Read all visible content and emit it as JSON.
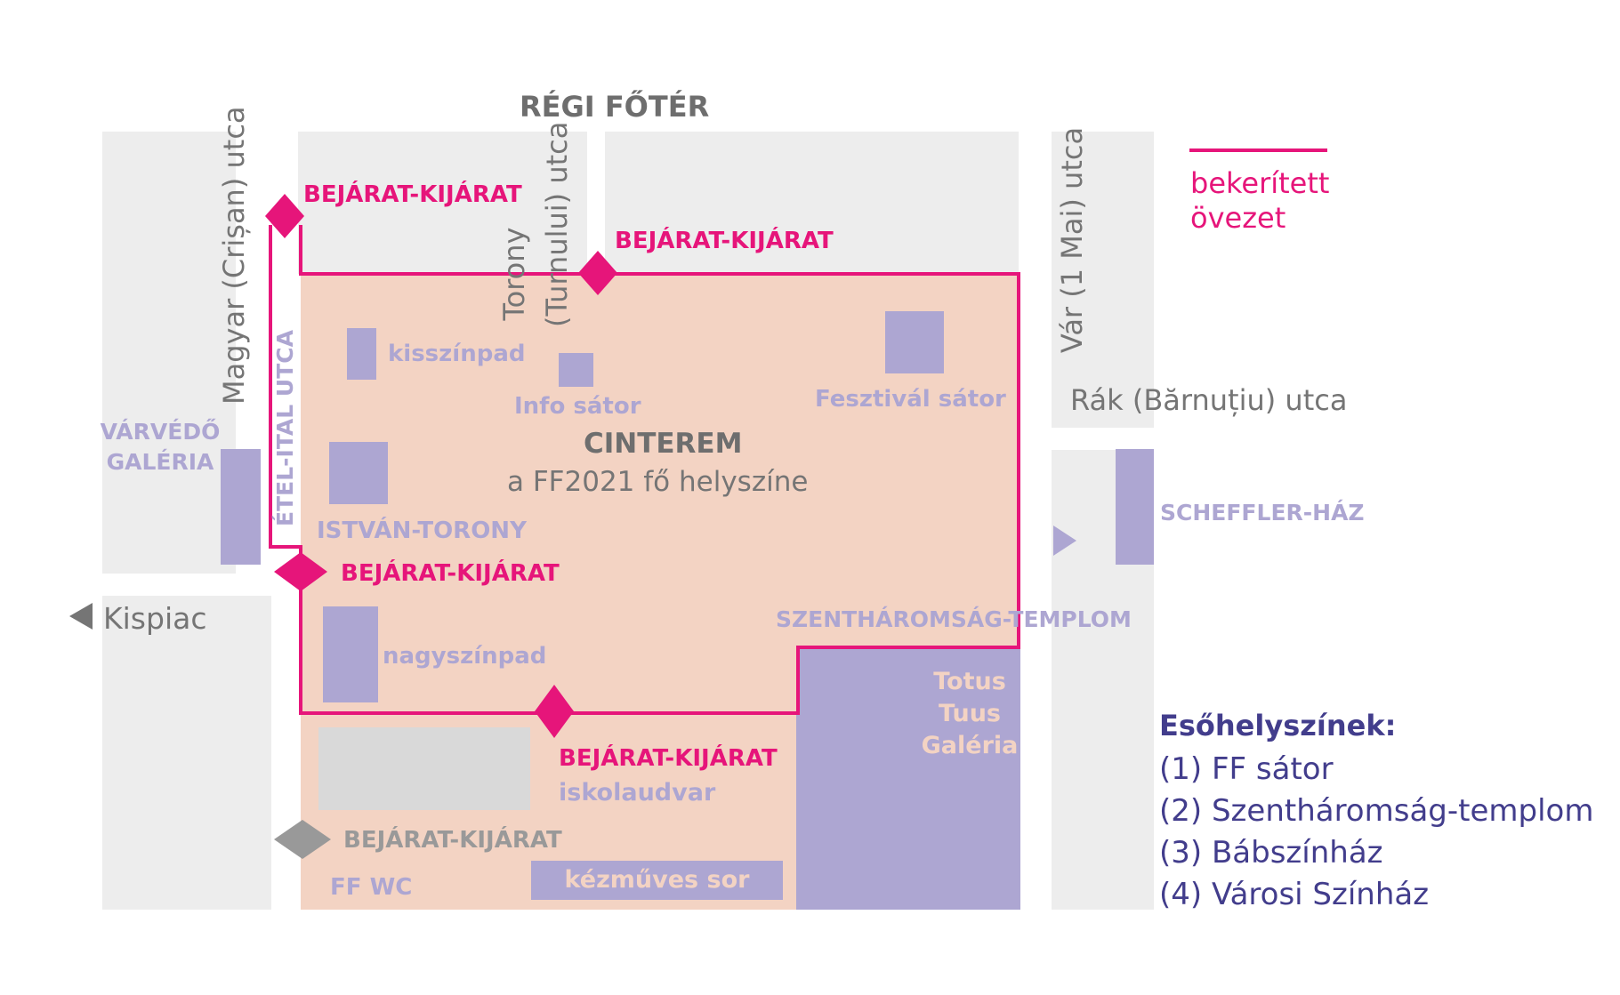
{
  "labels": {
    "main_square": "RÉGI FŐTÉR",
    "street_magyar": "Magyar (Crișan) utca",
    "street_torony": "Torony",
    "street_tumului": "(Turnului) utca",
    "street_var": "Vár (1 Mai) utca",
    "street_rak": "Rák (Bărnuțiu) utca",
    "food_street": "ÉTEL-ITAL UTCA",
    "kispiac": "Kispiac",
    "entrance": "BEJÁRAT-KIJÁRAT",
    "venue_name": "CINTEREM",
    "venue_sub": "a FF2021 fő helyszíne",
    "kisszinpad": "kisszínpad",
    "info": "Info sátor",
    "fesztival": "Fesztivál sátor",
    "istvan": "ISTVÁN-TORONY",
    "nagyszinpad": "nagyszínpad",
    "varvedo_1": "VÁRVÉDŐ",
    "varvedo_2": "GALÉRIA",
    "scheffler": "SCHEFFLER-HÁZ",
    "szentharomsag": "SZENTHÁROMSÁG-TEMPLOM",
    "totus_1": "Totus",
    "totus_2": "Tuus",
    "totus_3": "Galéria",
    "iskolaudvar": "iskolaudvar",
    "ffwc": "FF WC",
    "kezmuves": "kézműves sor"
  },
  "legend": {
    "line_label_1": "bekerített",
    "line_label_2": "övezet",
    "rain_title": "Esőhelyszínek:",
    "rain_items": [
      "(1) FF sátor",
      "(2) Szentháromság-templom",
      "(3) Bábszínház",
      "(4) Városi Színház"
    ]
  },
  "colors": {
    "block_gray": "#ededed",
    "zone_fill": "#f3d3c3",
    "fence_magenta": "#e6157a",
    "venue_lavender": "#ada6d2",
    "arrow_gray": "#999999",
    "rain_navy": "#423d8c"
  }
}
